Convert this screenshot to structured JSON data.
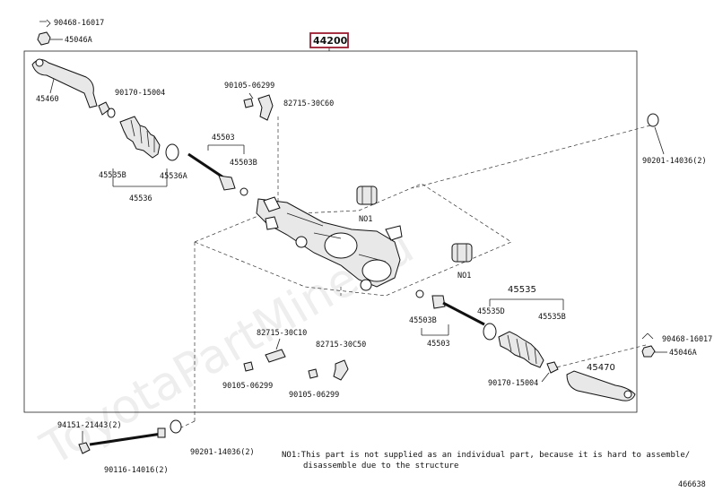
{
  "assembly": {
    "number": "44200",
    "highlight_color": "#9b1b30"
  },
  "watermark": "ToyotaPartMine.ru",
  "labels": {
    "p90468_top": "90468-16017",
    "p45046A_top": "45046A",
    "p45460": "45460",
    "p90170_top": "90170-15004",
    "p45535B_top": "45535B",
    "p45536A": "45536A",
    "p45536": "45536",
    "p45503_top": "45503",
    "p45503B_top": "45503B",
    "p90105_top": "90105-06299",
    "p82715_top": "82715-30C60",
    "p90201_right": "90201-14036(2)",
    "no1_upper": "NO1",
    "no1_lower": "NO1",
    "p45535": "45535",
    "p45535D": "45535D",
    "p45535B_bot": "45535B",
    "p45503B_bot": "45503B",
    "p45503_bot": "45503",
    "p82715_mid": "82715-30C10",
    "p82715_low": "82715-30C50",
    "p90105_left": "90105-06299",
    "p90105_mid": "90105-06299",
    "p90170_bot": "90170-15004",
    "p45470": "45470",
    "p90468_right": "90468-16017",
    "p45046A_right": "45046A",
    "p94151": "94151-21443(2)",
    "p90116": "90116-14016(2)",
    "p90201_bot": "90201-14036(2)"
  },
  "note_line1": "NO1:This part is not supplied as an individual part, because it is hard to assemble/",
  "note_line2": "disassemble due to the structure",
  "diagram_id": "466638"
}
